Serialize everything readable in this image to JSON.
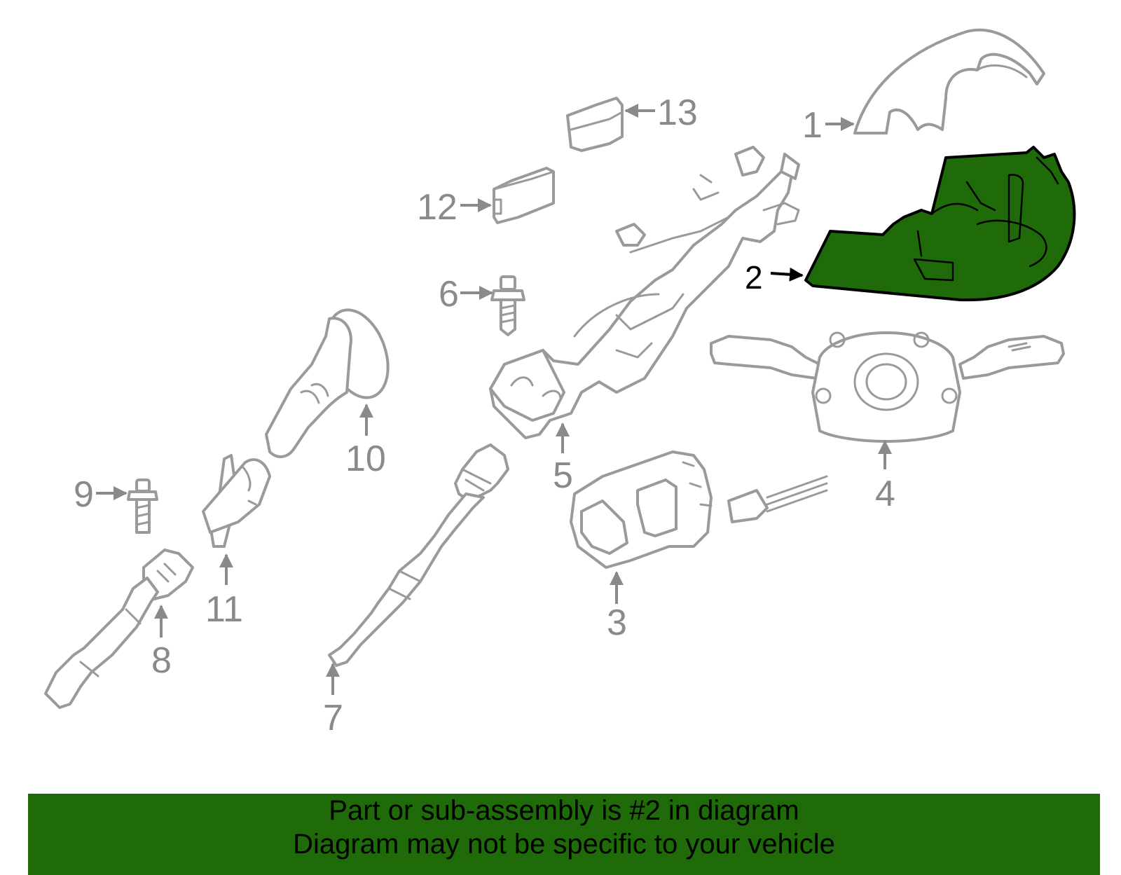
{
  "diagram": {
    "highlight_color": "#1f6b0a",
    "callouts": [
      {
        "id": "1",
        "label": "1"
      },
      {
        "id": "2",
        "label": "2",
        "highlighted": true
      },
      {
        "id": "3",
        "label": "3"
      },
      {
        "id": "4",
        "label": "4"
      },
      {
        "id": "5",
        "label": "5"
      },
      {
        "id": "6",
        "label": "6"
      },
      {
        "id": "7",
        "label": "7"
      },
      {
        "id": "8",
        "label": "8"
      },
      {
        "id": "9",
        "label": "9"
      },
      {
        "id": "10",
        "label": "10"
      },
      {
        "id": "11",
        "label": "11"
      },
      {
        "id": "12",
        "label": "12"
      },
      {
        "id": "13",
        "label": "13"
      }
    ]
  },
  "banner": {
    "line1": "Part or sub-assembly is #2 in diagram",
    "line2": "Diagram may not be specific to your vehicle",
    "background": "#1f6b0a"
  }
}
